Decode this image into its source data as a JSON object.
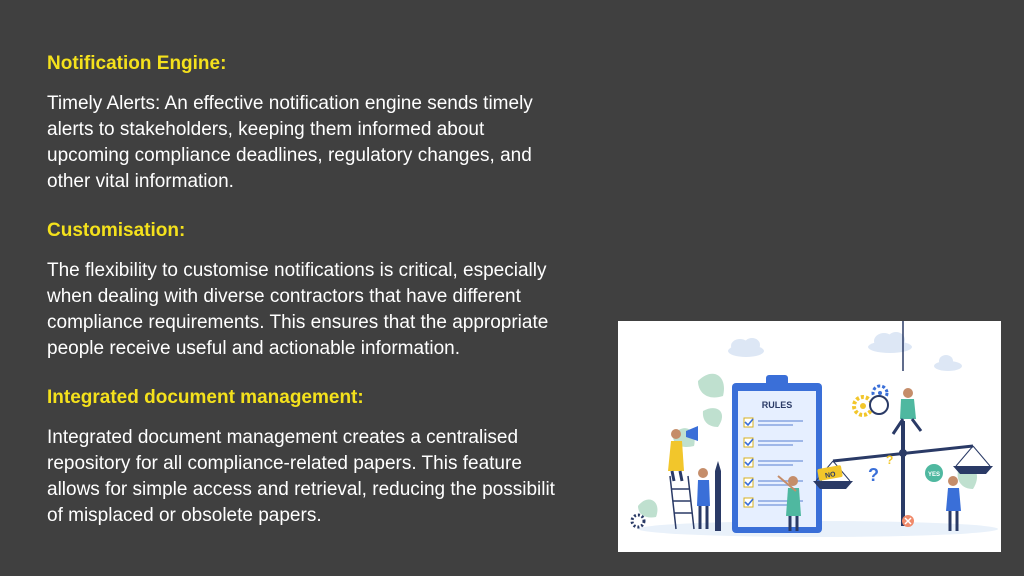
{
  "sections": [
    {
      "heading": "Notification Engine:",
      "lines": [
        "Timely Alerts: An effective notification engine sends timely",
        "alerts to stakeholders, keeping them informed about",
        "upcoming compliance deadlines, regulatory changes, and",
        "other vital information."
      ]
    },
    {
      "heading": "Customisation:",
      "lines": [
        "The flexibility to customise notifications is critical, especially",
        "when dealing with diverse contractors that have different",
        "compliance requirements. This ensures that the appropriate",
        "people receive useful and actionable information."
      ]
    },
    {
      "heading": "Integrated document management:",
      "lines": [
        "Integrated document management creates a centralised",
        "repository for all compliance-related papers. This feature",
        "allows for simple access and retrieval, reducing the possibilit",
        "of misplaced or obsolete papers."
      ]
    }
  ],
  "illustration": {
    "board_title": "RULES",
    "scale_left_label": "NO",
    "scale_right_label": "YES",
    "question_mark": "?"
  },
  "colors": {
    "background": "#404040",
    "heading": "#f4e11c",
    "body_text": "#ffffff",
    "accent_blue": "#3a6fd8"
  }
}
